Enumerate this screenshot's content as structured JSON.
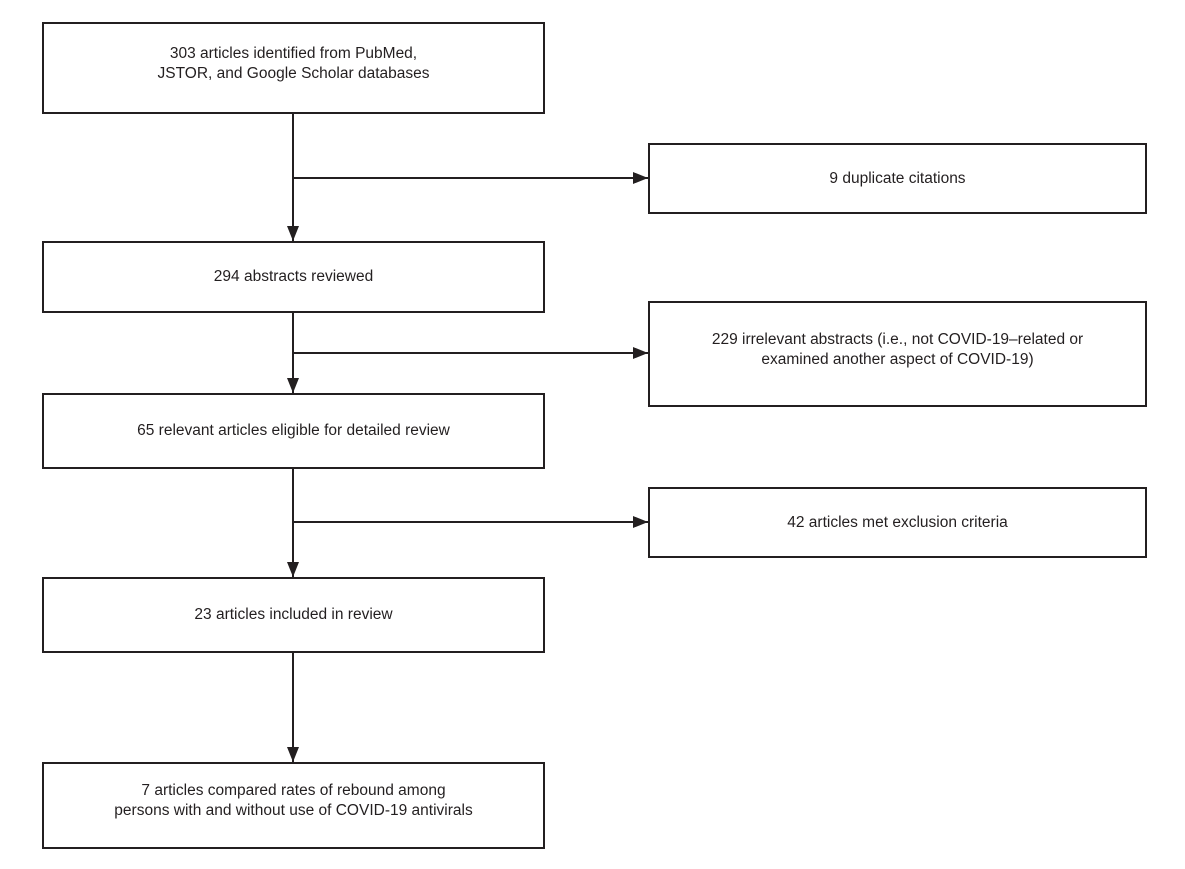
{
  "diagram": {
    "type": "flowchart",
    "colors": {
      "line": "#231f20",
      "text": "#231f20",
      "box_background": "#ffffff",
      "page_background": "#ffffff"
    },
    "main_path": [
      {
        "id": "identified",
        "text": "303 articles identified from PubMed,\nJSTOR, and Google Scholar databases"
      },
      {
        "id": "reviewed",
        "text": "294 abstracts reviewed"
      },
      {
        "id": "eligible",
        "text": "65 relevant articles eligible for detailed review"
      },
      {
        "id": "included",
        "text": "23 articles included in review"
      },
      {
        "id": "compared",
        "text": "7 articles compared rates of rebound among\npersons with and without use of COVID-19 antivirals"
      }
    ],
    "exclusions": [
      {
        "id": "duplicates",
        "text": "9 duplicate citations"
      },
      {
        "id": "irrelevant",
        "text": "229 irrelevant abstracts (i.e., not COVID-19–related or\nexamined another aspect of COVID-19)"
      },
      {
        "id": "excluded",
        "text": "42 articles met exclusion criteria"
      }
    ],
    "edges": [
      {
        "from": "identified",
        "to": "reviewed"
      },
      {
        "from": "identified",
        "to": "duplicates"
      },
      {
        "from": "reviewed",
        "to": "eligible"
      },
      {
        "from": "reviewed",
        "to": "irrelevant"
      },
      {
        "from": "eligible",
        "to": "included"
      },
      {
        "from": "eligible",
        "to": "excluded"
      },
      {
        "from": "included",
        "to": "compared"
      }
    ]
  }
}
